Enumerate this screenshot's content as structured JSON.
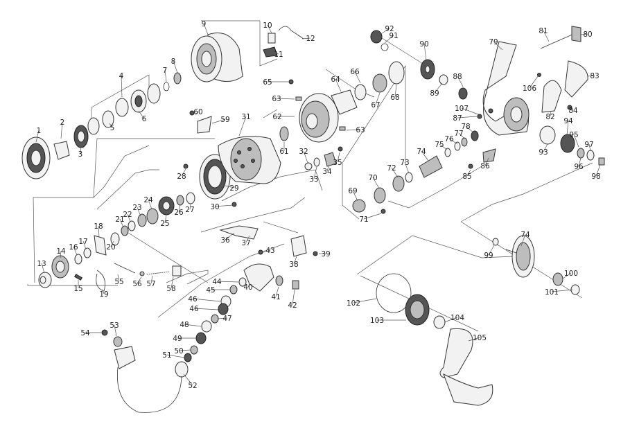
{
  "diagram": {
    "type": "exploded-parts-diagram",
    "part_numbers": [
      "1",
      "2",
      "3",
      "4",
      "5",
      "6",
      "7",
      "8",
      "9",
      "10",
      "11",
      "12",
      "13",
      "14",
      "15",
      "16",
      "17",
      "18",
      "19",
      "20",
      "21",
      "22",
      "23",
      "24",
      "25",
      "26",
      "27",
      "28",
      "29",
      "30",
      "31",
      "32",
      "33",
      "34",
      "35",
      "36",
      "37",
      "38",
      "39",
      "40",
      "41",
      "42",
      "43",
      "44",
      "45",
      "46",
      "46",
      "47",
      "48",
      "49",
      "50",
      "51",
      "52",
      "53",
      "54",
      "55",
      "56",
      "57",
      "58",
      "59",
      "60",
      "61",
      "62",
      "63",
      "63",
      "64",
      "65",
      "66",
      "67",
      "68",
      "69",
      "70",
      "71",
      "72",
      "73",
      "74",
      "74",
      "75",
      "76",
      "77",
      "78",
      "79",
      "80",
      "81",
      "82",
      "83",
      "84",
      "85",
      "86",
      "87",
      "88",
      "89",
      "90",
      "91",
      "92",
      "93",
      "94",
      "95",
      "96",
      "97",
      "98",
      "99",
      "100",
      "101",
      "102",
      "103",
      "104",
      "105",
      "106",
      "107"
    ]
  }
}
